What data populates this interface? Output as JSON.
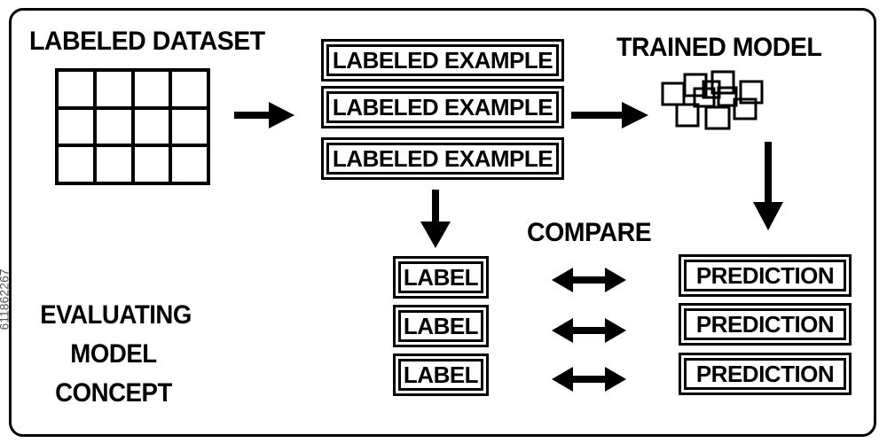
{
  "diagram": {
    "labeled_dataset": "LABELED DATASET",
    "labeled_examples": [
      "LABELED EXAMPLE",
      "LABELED EXAMPLE",
      "LABELED EXAMPLE"
    ],
    "trained_model": "TRAINED MODEL",
    "compare": "COMPARE",
    "labels": [
      "LABEL",
      "LABEL",
      "LABEL"
    ],
    "predictions": [
      "PREDICTION",
      "PREDICTION",
      "PREDICTION"
    ],
    "evaluating_lines": [
      "EVALUATING",
      "MODEL",
      "CONCEPT"
    ]
  },
  "watermark": "611862267"
}
